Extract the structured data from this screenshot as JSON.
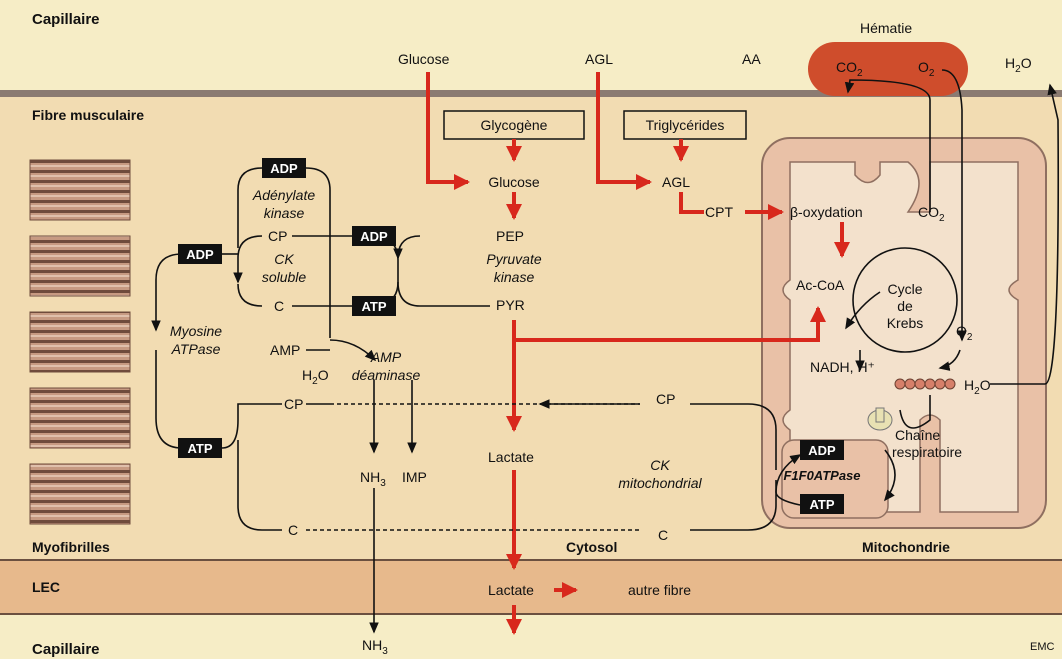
{
  "regions": {
    "capillaire_top": "Capillaire",
    "fibre": "Fibre musculaire",
    "myofibrilles": "Myofibrilles",
    "cytosol": "Cytosol",
    "mitochondrie": "Mitochondrie",
    "lec": "LEC",
    "capillaire_bottom": "Capillaire"
  },
  "capillary": {
    "glucose": "Glucose",
    "agl": "AGL",
    "aa": "AA",
    "hematie": "Hématie",
    "co2": "CO",
    "co2_sub": "2",
    "o2": "O",
    "o2_sub": "2",
    "h2o": "H",
    "h2o_sub": "2",
    "h2o_end": "O"
  },
  "cytosol": {
    "glycogene": "Glycogène",
    "triglycerides": "Triglycérides",
    "glucose": "Glucose",
    "agl": "AGL",
    "cpt": "CPT",
    "pep": "PEP",
    "pyruvate_kinase_1": "Pyruvate",
    "pyruvate_kinase_2": "kinase",
    "pyr": "PYR",
    "lactate": "Lactate",
    "ck_mito_1": "CK",
    "ck_mito_2": "mitochondrial",
    "cp_right": "CP",
    "c_right": "C"
  },
  "energy": {
    "adp": "ADP",
    "atp": "ATP",
    "adenylate_1": "Adénylate",
    "adenylate_2": "kinase",
    "cp": "CP",
    "ck_soluble_1": "CK",
    "ck_soluble_2": "soluble",
    "c": "C",
    "amp": "AMP",
    "h2o": "H",
    "h2o_sub": "2",
    "h2o_end": "O",
    "amp_deaminase_1": "AMP",
    "amp_deaminase_2": "déaminase",
    "myosine_1": "Myosine",
    "myosine_2": "ATPase",
    "cp_left": "CP",
    "c_left": "C",
    "nh3": "NH",
    "nh3_sub": "3",
    "imp": "IMP"
  },
  "mitochondria": {
    "beta_oxydation": "β-oxydation",
    "co2": "CO",
    "co2_sub": "2",
    "accoa": "Ac-CoA",
    "krebs_1": "Cycle",
    "krebs_2": "de",
    "krebs_3": "Krebs",
    "o2": "O",
    "o2_sub": "2",
    "nadh": "NADH, H⁺",
    "h2o": "H",
    "h2o_sub": "2",
    "h2o_end": "O",
    "chaine_1": "Chaîne",
    "chaine_2": "respiratoire",
    "adp": "ADP",
    "atp": "ATP",
    "f1f0": "F1F0ATPase"
  },
  "lec": {
    "lactate": "Lactate",
    "autre_fibre": "autre fibre"
  },
  "bottom": {
    "nh3": "NH",
    "nh3_sub": "3",
    "emc": "EMC"
  },
  "colors": {
    "capillary_bg": "#f6edc6",
    "fibre_bg": "#f2dcb2",
    "lec_bg": "#e7b98c",
    "red_arrow": "#d8281c",
    "mito_fill": "#e9c1a7",
    "mito_inner": "#f3e1cc",
    "hematie": "#cf4d2c",
    "band": "#8b7b72"
  }
}
